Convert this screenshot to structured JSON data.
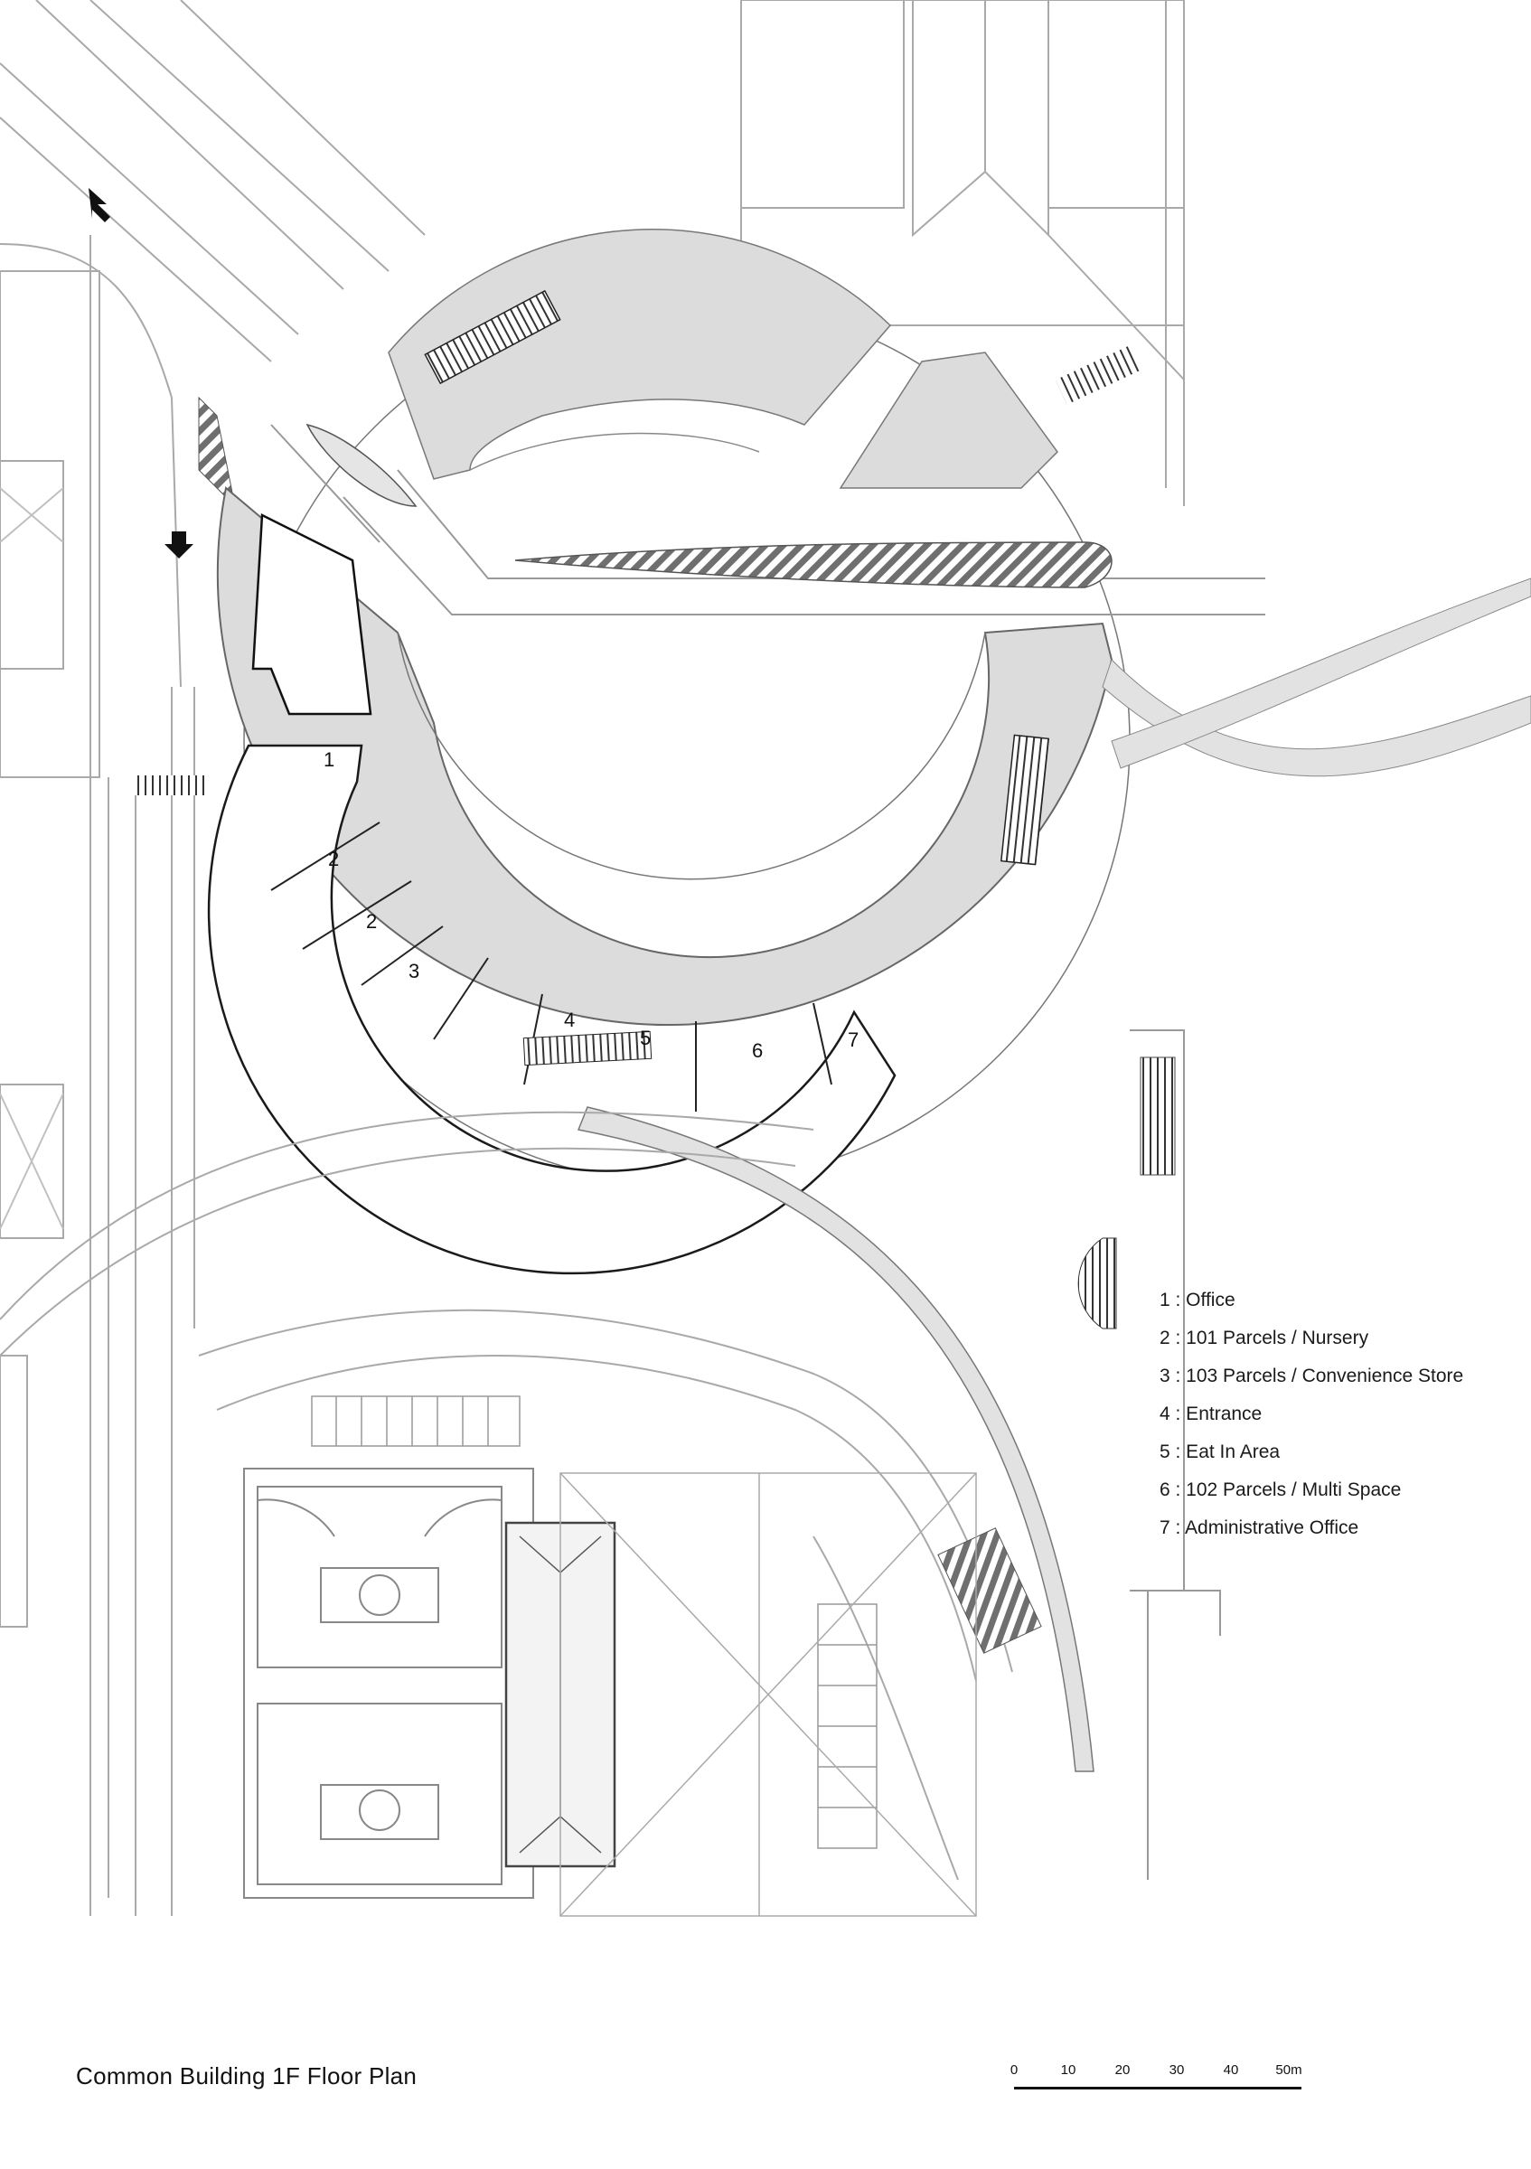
{
  "title": "Common Building  1F  Floor Plan",
  "legend": [
    "1 : Office",
    "2 : 101 Parcels / Nursery",
    "3 : 103 Parcels / Convenience Store",
    "4 : Entrance",
    "5 : Eat In Area",
    "6 : 102 Parcels / Multi Space",
    "7 : Administrative Office"
  ],
  "plan_labels": {
    "office": "1",
    "nursery_a": "2",
    "nursery_b": "2",
    "store": "3",
    "entrance": "4",
    "eat_in": "5",
    "multi_space": "6",
    "admin": "7"
  },
  "scale_bar": {
    "ticks": [
      "0",
      "10",
      "20",
      "30",
      "40",
      "50m"
    ]
  },
  "colors": {
    "line": "#9a9a9a",
    "dark_line": "#222222",
    "fill_gray": "#d9d9d9",
    "light_fill": "#ebebeb"
  }
}
